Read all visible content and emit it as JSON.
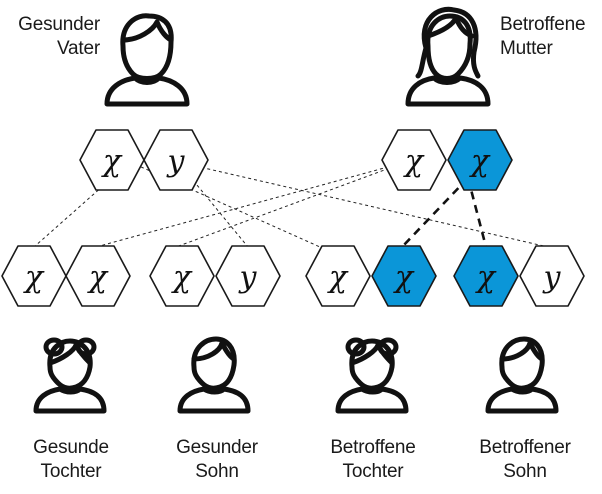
{
  "parents": {
    "father": {
      "label_line1": "Gesunder",
      "label_line2": "Vater",
      "chromosomes": [
        "X",
        "Y"
      ],
      "affected": [
        false,
        false
      ],
      "icon": "man-icon"
    },
    "mother": {
      "label_line1": "Betroffene",
      "label_line2": "Mutter",
      "chromosomes": [
        "X",
        "X"
      ],
      "affected": [
        false,
        true
      ],
      "icon": "woman-icon"
    }
  },
  "children": [
    {
      "label_line1": "Gesunde",
      "label_line2": "Tochter",
      "chromosomes": [
        "X",
        "X"
      ],
      "affected": [
        false,
        false
      ],
      "icon": "girl-icon"
    },
    {
      "label_line1": "Gesunder",
      "label_line2": "Sohn",
      "chromosomes": [
        "X",
        "Y"
      ],
      "affected": [
        false,
        false
      ],
      "icon": "boy-icon"
    },
    {
      "label_line1": "Betroffene",
      "label_line2": "Tochter",
      "chromosomes": [
        "X",
        "X"
      ],
      "affected": [
        false,
        true
      ],
      "icon": "girl-icon"
    },
    {
      "label_line1": "Betroffener",
      "label_line2": "Sohn",
      "chromosomes": [
        "X",
        "Y"
      ],
      "affected": [
        true,
        false
      ],
      "icon": "boy-icon"
    }
  ],
  "colors": {
    "affected": "#0b96d8",
    "normal": "#ffffff",
    "stroke": "#1a1a1a"
  }
}
